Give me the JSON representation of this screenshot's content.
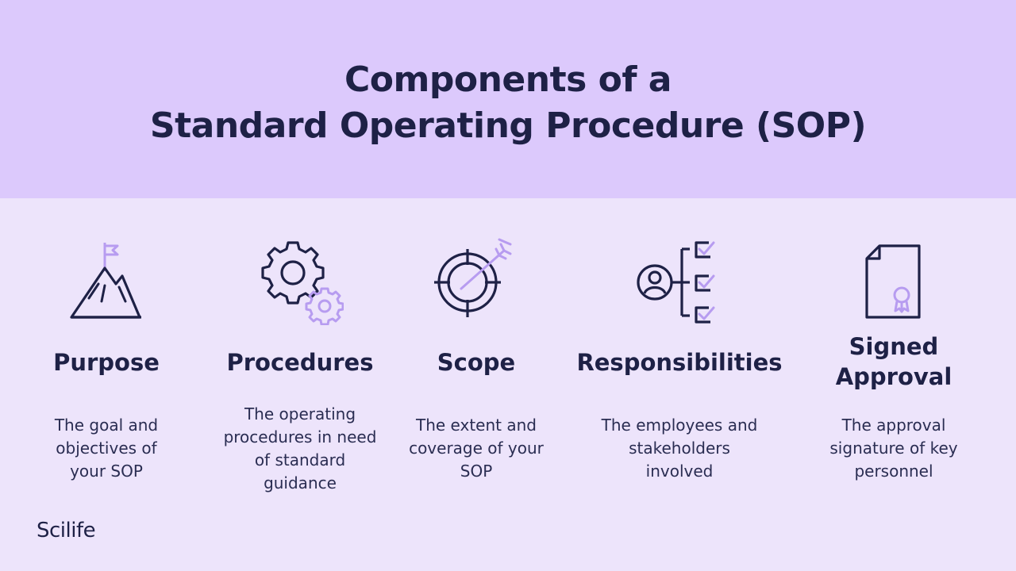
{
  "title": {
    "line1": "Components of a",
    "line2": "Standard Operating Procedure (SOP)"
  },
  "colors": {
    "header_bg": "#dcc9fc",
    "body_bg": "#ede4fb",
    "ink": "#1e2146",
    "accent": "#b79cf0"
  },
  "components": [
    {
      "icon": "mountain-flag-icon",
      "title": "Purpose",
      "desc_lines": [
        "The goal and",
        "objectives of",
        "your SOP"
      ]
    },
    {
      "icon": "gears-icon",
      "title": "Procedures",
      "desc_lines": [
        "The operating",
        "procedures in need",
        "of standard",
        "guidance"
      ]
    },
    {
      "icon": "target-arrow-icon",
      "title": "Scope",
      "desc_lines": [
        "The extent and",
        "coverage of your",
        "SOP"
      ]
    },
    {
      "icon": "person-checklist-icon",
      "title": "Responsibilities",
      "desc_lines": [
        "The employees and",
        "stakeholders",
        "involved"
      ]
    },
    {
      "icon": "certificate-document-icon",
      "title_lines": [
        "Signed",
        "Approval"
      ],
      "desc_lines": [
        "The approval",
        "signature of key",
        "personnel"
      ]
    }
  ],
  "brand": "Scilife"
}
